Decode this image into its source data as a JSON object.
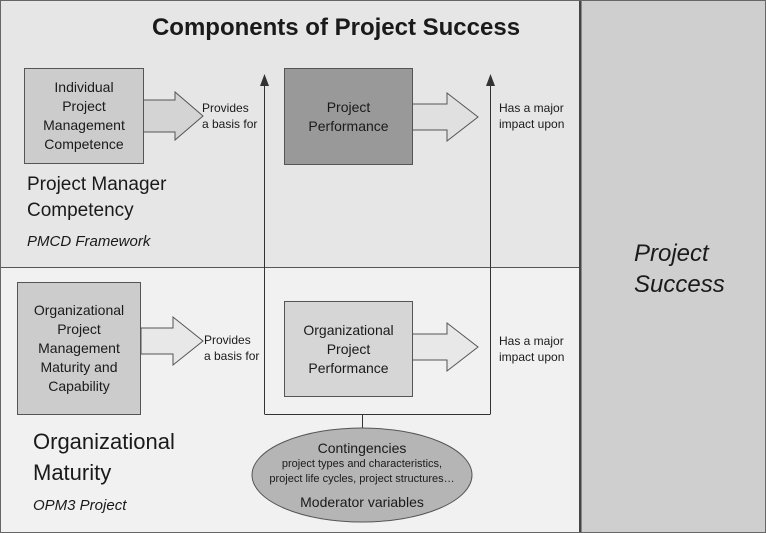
{
  "title": "Components of Project Success",
  "top_section": {
    "input_box": [
      "Individual",
      "Project",
      "Management",
      "Competence"
    ],
    "provides_label": [
      "Provides",
      "a basis for"
    ],
    "performance_box": [
      "Project",
      "Performance"
    ],
    "impact_label": [
      "Has a major",
      "impact upon"
    ],
    "group_title": [
      "Project Manager",
      "Competency"
    ],
    "group_subtitle": "PMCD Framework"
  },
  "bottom_section": {
    "input_box": [
      "Organizational",
      "Project",
      "Management",
      "Maturity and",
      "Capability"
    ],
    "provides_label": [
      "Provides",
      "a basis for"
    ],
    "performance_box": [
      "Organizational",
      "Project",
      "Performance"
    ],
    "impact_label": [
      "Has a major",
      "impact upon"
    ],
    "group_title": [
      "Organizational",
      "Maturity"
    ],
    "group_subtitle": "OPM3 Project"
  },
  "contingencies": {
    "heading": "Contingencies",
    "detail_1": "project types and characteristics,",
    "detail_2": "project life cycles, project structures…",
    "footer": "Moderator variables"
  },
  "outcome": [
    "Project",
    "Success"
  ],
  "colors": {
    "top_panel": "#e6e6e6",
    "bottom_panel": "#f1f1f1",
    "right_panel": "#cfcfcf",
    "dark_box": "#999999",
    "light_box": "#cccccc",
    "ellipse": "#b5b5b5"
  }
}
